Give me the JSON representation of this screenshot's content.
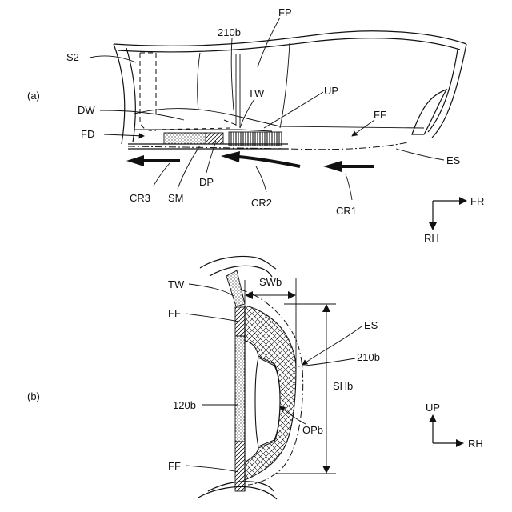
{
  "panel_a": {
    "tag": "(a)",
    "labels": {
      "s2": "S2",
      "fp": "FP",
      "b210": "210b",
      "tw": "TW",
      "up": "UP",
      "ff": "FF",
      "dw": "DW",
      "fd": "FD",
      "es": "ES",
      "cr3": "CR3",
      "sm": "SM",
      "dp": "DP",
      "cr2": "CR2",
      "cr1": "CR1"
    },
    "directions": {
      "fr": "FR",
      "rh": "RH"
    }
  },
  "panel_b": {
    "tag": "(b)",
    "labels": {
      "tw": "TW",
      "ff_top": "FF",
      "swb": "SWb",
      "es": "ES",
      "b210": "210b",
      "shb": "SHb",
      "b120": "120b",
      "opb": "OPb",
      "ff_bottom": "FF"
    },
    "directions": {
      "up": "UP",
      "rh": "RH"
    }
  },
  "colors": {
    "ink": "#111111",
    "background": "#ffffff"
  }
}
